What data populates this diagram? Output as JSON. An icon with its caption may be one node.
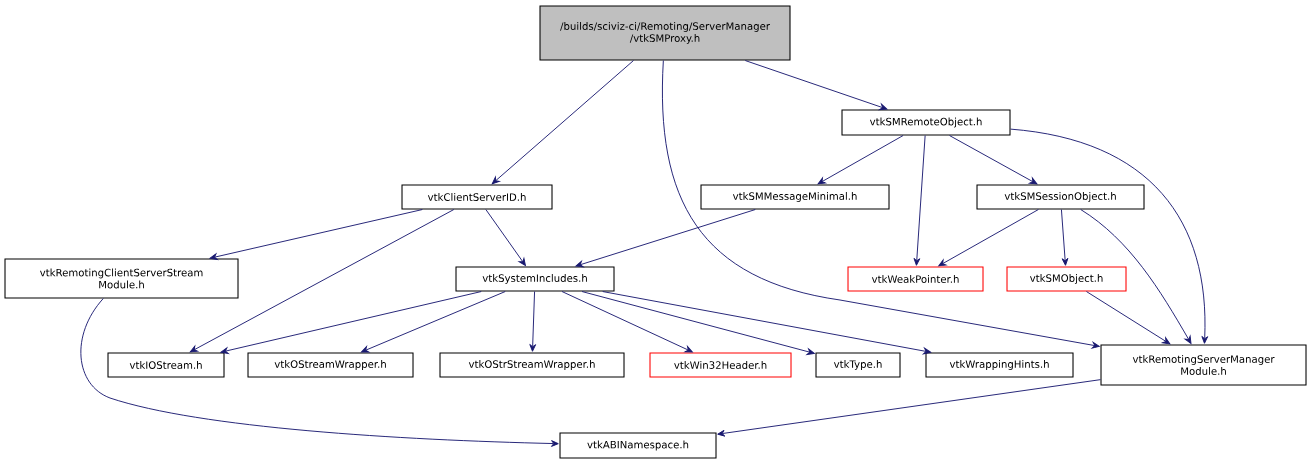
{
  "diagram": {
    "nodes": [
      {
        "text": [
          "/builds/sciviz-ci/Remoting/ServerManager /vtkSMProxy.h"
        ]
      },
      {
        "text": [
          "vtkSMRemoteObject.h"
        ]
      },
      {
        "text": [
          "vtkClientServerID.h"
        ]
      },
      {
        "text": [
          "vtkSMMessageMinimal.h"
        ]
      },
      {
        "text": [
          "vtkSMSessionObject.h"
        ]
      },
      {
        "text": [
          "vtkRemotingClientServerStream Module.h"
        ]
      },
      {
        "text": [
          "vtkSystemIncludes.h"
        ]
      },
      {
        "text": [
          "vtkWeakPointer.h"
        ]
      },
      {
        "text": [
          "vtkSMObject.h"
        ]
      },
      {
        "text": [
          "vtkIOStream.h"
        ]
      },
      {
        "text": [
          "vtkOStreamWrapper.h"
        ]
      },
      {
        "text": [
          "vtkOStrStreamWrapper.h"
        ]
      },
      {
        "text": [
          "vtkWin32Header.h"
        ]
      },
      {
        "text": [
          "vtkType.h"
        ]
      },
      {
        "text": [
          "vtkWrappingHints.h"
        ]
      },
      {
        "text": [
          "vtkRemotingServerManager Module.h"
        ]
      },
      {
        "text": [
          "vtkABINamespace.h"
        ]
      }
    ],
    "edges": [
      {
        "from": 0,
        "to": 2,
        "arrow": "to"
      },
      {
        "from": 0,
        "to": 15,
        "arrow": "to"
      },
      {
        "from": 0,
        "to": 1,
        "arrow": "to"
      },
      {
        "from": 1,
        "to": 3,
        "arrow": "to"
      },
      {
        "from": 1,
        "to": 7,
        "arrow": "to"
      },
      {
        "from": 1,
        "to": 4,
        "arrow": "to"
      },
      {
        "from": 1,
        "to": 15,
        "arrow": "to"
      },
      {
        "from": 2,
        "to": 5,
        "arrow": "to"
      },
      {
        "from": 2,
        "to": 9,
        "arrow": "to"
      },
      {
        "from": 2,
        "to": 6,
        "arrow": "to"
      },
      {
        "from": 3,
        "to": 6,
        "arrow": "to"
      },
      {
        "from": 4,
        "to": 7,
        "arrow": "to"
      },
      {
        "from": 4,
        "to": 8,
        "arrow": "to"
      },
      {
        "from": 4,
        "to": 15,
        "arrow": "to"
      },
      {
        "from": 5,
        "to": 16,
        "arrow": "to"
      },
      {
        "from": 6,
        "to": 9,
        "arrow": "to"
      },
      {
        "from": 6,
        "to": 10,
        "arrow": "to"
      },
      {
        "from": 6,
        "to": 11,
        "arrow": "to"
      },
      {
        "from": 6,
        "to": 12,
        "arrow": "to"
      },
      {
        "from": 6,
        "to": 13,
        "arrow": "to"
      },
      {
        "from": 6,
        "to": 14,
        "arrow": "to"
      },
      {
        "from": 8,
        "to": 15,
        "arrow": "to"
      },
      {
        "from": 15,
        "to": 16,
        "arrow": "to"
      }
    ]
  }
}
